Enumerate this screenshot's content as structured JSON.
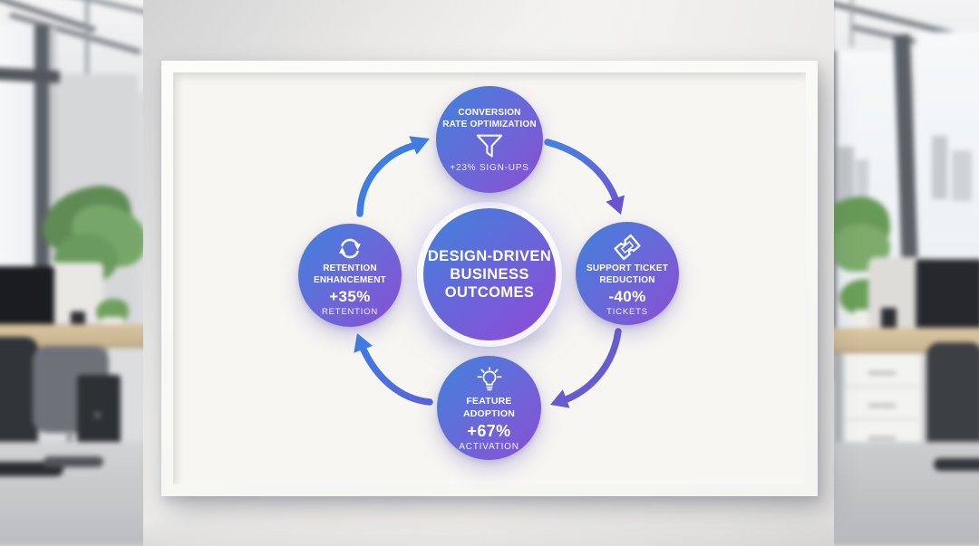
{
  "board": {
    "center": {
      "line1": "DESIGN-DRIVEN",
      "line2": "BUSINESS",
      "line3": "OUTCOMES"
    },
    "nodes": {
      "conversion": {
        "title1": "CONVERSION",
        "title2": "RATE OPTIMIZATION",
        "icon": "funnel-icon",
        "metric_line": "+23% SIGN-UPS"
      },
      "support": {
        "icon": "ticket-icon",
        "title1": "SUPPORT TICKET",
        "title2": "REDUCTION",
        "metric": "-40%",
        "metric_label": "TICKETS"
      },
      "feature": {
        "icon": "lightbulb-icon",
        "title1": "FEATURE",
        "title2": "ADOPTION",
        "metric": "+67%",
        "metric_label": "ACTIVATION"
      },
      "retention": {
        "icon": "refresh-icon",
        "title1": "RETENTION",
        "title2": "ENHANCEMENT",
        "metric": "+35%",
        "metric_label": "RETENTION"
      }
    },
    "flow": "clockwise",
    "colors": {
      "circle_gradient_start": "#3f83dc",
      "circle_gradient_end": "#8a4ed2",
      "center_gradient_start": "#3f84dc",
      "center_gradient_end": "#9348d7",
      "arrow_blue": "#3f7de3",
      "arrow_purple": "#675bd2",
      "text": "#ffffff"
    }
  }
}
